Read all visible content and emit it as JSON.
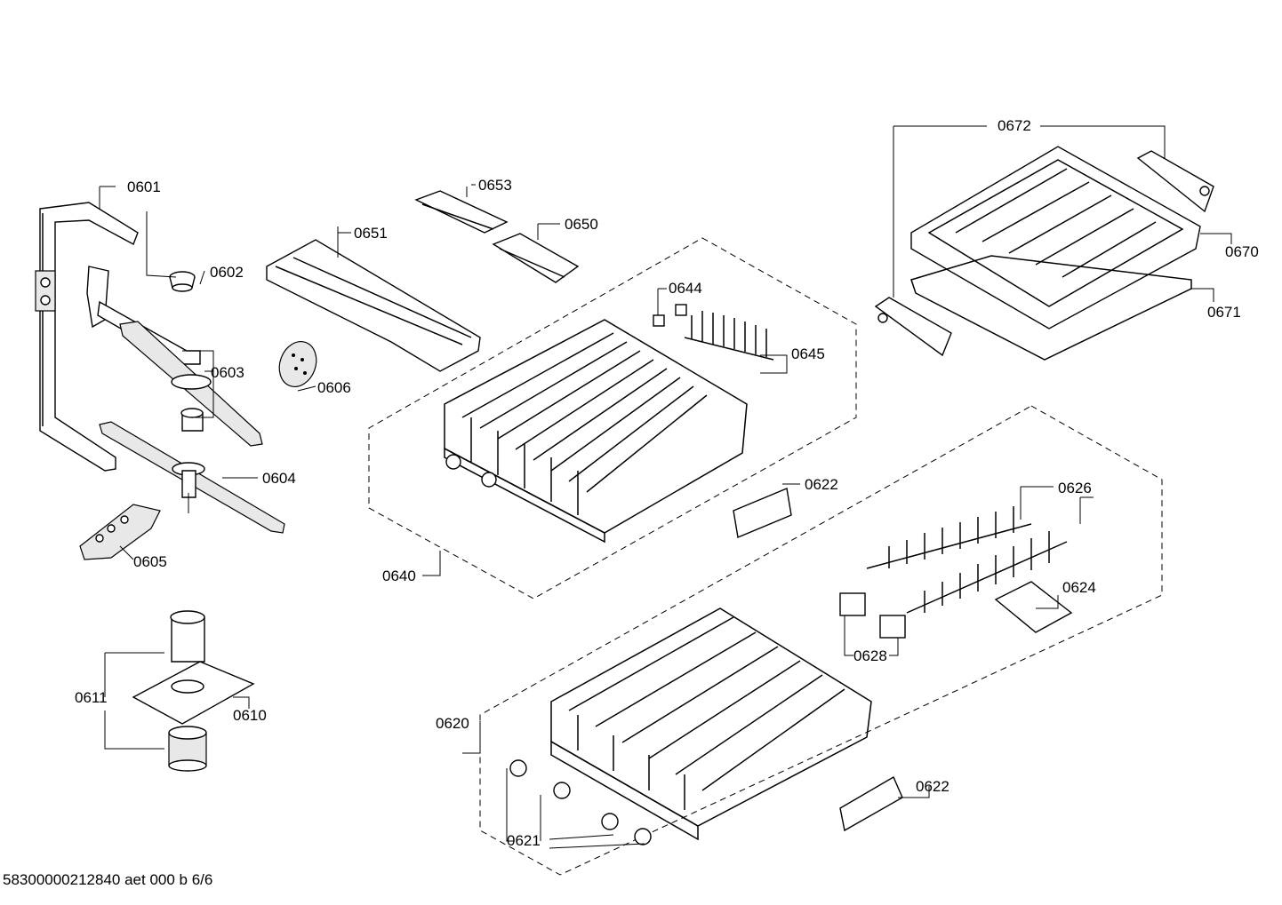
{
  "labels": {
    "l0601": "0601",
    "l0602": "0602",
    "l0603": "0603",
    "l0604": "0604",
    "l0605": "0605",
    "l0606": "0606",
    "l0610": "0610",
    "l0611": "0611",
    "l0620": "0620",
    "l0621": "0621",
    "l0622a": "0622",
    "l0622b": "0622",
    "l0624": "0624",
    "l0626": "0626",
    "l0628": "0628",
    "l0640": "0640",
    "l0644": "0644",
    "l0645": "0645",
    "l0650": "0650",
    "l0651": "0651",
    "l0653": "0653",
    "l0670": "0670",
    "l0671": "0671",
    "l0672": "0672"
  },
  "footer": "58300000212840 aet 000 b 6/6"
}
